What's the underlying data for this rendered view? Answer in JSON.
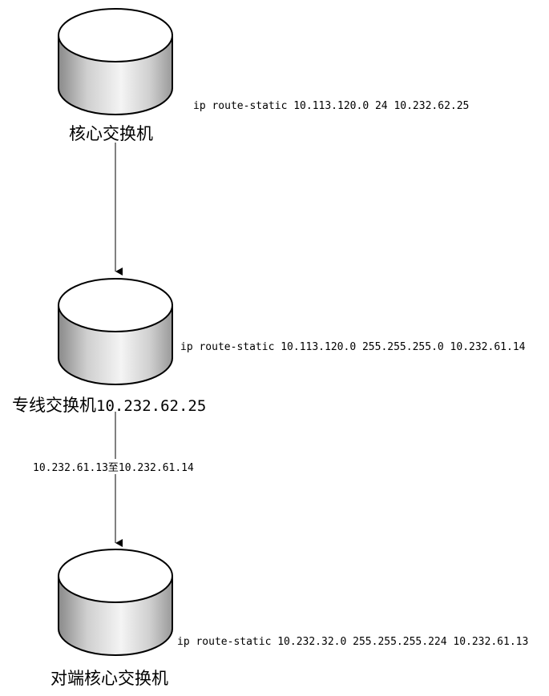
{
  "nodes": {
    "core_switch": {
      "label": "核心交换机"
    },
    "line_switch": {
      "label": "专线交换机",
      "ip": "10.232.62.25"
    },
    "remote_core_switch": {
      "label": "对端核心交换机"
    }
  },
  "routes": {
    "core": "ip route-static 10.113.120.0 24 10.232.62.25",
    "line": "ip route-static 10.113.120.0 255.255.255.0 10.232.61.14",
    "remote": "ip route-static 10.232.32.0 255.255.255.224 10.232.61.13"
  },
  "links": {
    "line_to_remote_label": "10.232.61.13至10.232.61.14"
  },
  "colors": {
    "stroke": "#000000",
    "top_fill": "#ffffff",
    "body_dark": "#8c8c8c",
    "body_light": "#f2f2f2"
  }
}
